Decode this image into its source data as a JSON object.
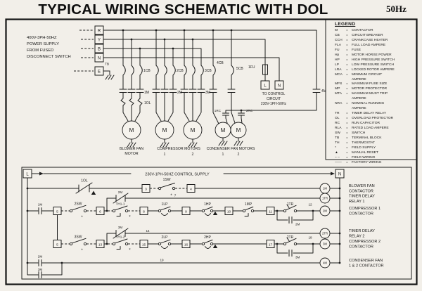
{
  "title": "TYPICAL WIRING SCHEMATIC WITH DOL",
  "frequency": "50Hz",
  "colors": {
    "ink": "#1c1c1c",
    "paper": "#f2efe9"
  },
  "power": {
    "supply_1": "400V-3PH-50HZ",
    "supply_2": "POWER SUPPLY",
    "supply_3": "FROM FUSED",
    "supply_4": "DISCONNECT SWITCH",
    "terminal_r": "R",
    "terminal_y": "Y",
    "terminal_b": "B",
    "terminal_n": "N",
    "terminal_e": "E",
    "terminal_block": "TB",
    "cb1": "1CB",
    "cb2": "2CB",
    "cb3": "3CB",
    "cb4": "4CB",
    "cb5": "5CB",
    "m1": "1M",
    "m2": "2M",
    "m3": "3M",
    "m4": "4M",
    "ol1": "1OL",
    "fu1": "1FU",
    "rc1": "1RC",
    "rc2": "2RC",
    "ctrl_l": "L",
    "ctrl_n": "N",
    "to_control_1": "TO CONTROL",
    "to_control_2": "CIRCUIT",
    "to_control_3": "230V-1PH-50Hz",
    "motor_letter": "M",
    "blower_1": "BLOWER FAN",
    "blower_2": "MOTOR",
    "compressors": "COMPRESSOR MOTORS",
    "condensers": "CONDENSER FAN MOTORS",
    "num1": "1",
    "num2": "2"
  },
  "control": {
    "supply": "230V-1PH-50HZ CONTROL SUPPLY",
    "l": "L",
    "n": "N",
    "star": "*",
    "ol1": "1OL",
    "sw1": "1SW",
    "w3": "3",
    "w4": "4",
    "m1_aux": "1M",
    "w5": "5",
    "sw2": "2SW",
    "w6": "6",
    "th1_1": "TH1-1",
    "w8": "8",
    "lp1": "1LP",
    "w9": "9",
    "hp1": "1HP",
    "w10": "10",
    "mp1": "1MP",
    "w11": "11",
    "tr1_c": "1TR",
    "w12": "12",
    "m2_aux": "2M",
    "m2_nc": "2M",
    "w7": "7",
    "w5b": "5",
    "sw3": "3SW",
    "w13": "13",
    "th1_2": "TH1-2",
    "w15": "15",
    "lp2": "2LP",
    "w16": "16",
    "hp2": "2HP",
    "w17": "17",
    "tr2_c": "2TR",
    "w18": "18",
    "m3_aux": "3M",
    "m3_nc": "3M",
    "w14": "14",
    "m2_run": "2M",
    "m3_run": "3M",
    "w19": "19",
    "coil_m1": "1M",
    "coil_tr1": "1TR",
    "coil_m2": "2M",
    "coil_tr2": "2TR",
    "coil_m3": "3M",
    "coil_m4": "4M",
    "lbl_m1_1": "BLOWER FAN",
    "lbl_m1_2": "CONTACTOR",
    "lbl_tr1_1": "TIMER DELAY",
    "lbl_tr1_2": "RELAY 1",
    "lbl_m2_1": "COMPRESSOR 1",
    "lbl_m2_2": "CONTACTOR",
    "lbl_tr2_1": "TIMER DELAY",
    "lbl_tr2_2": "RELAY 2",
    "lbl_m3_1": "COMPRESSOR 2",
    "lbl_m3_2": "CONTACTOR",
    "lbl_m4_1": "CONDENSER FAN",
    "lbl_m4_2": "1 & 2 CONTACTOR"
  },
  "legend": {
    "title": "LEGEND",
    "eq": "=",
    "items": [
      {
        "abbr": "M",
        "desc": "CONTACTOR"
      },
      {
        "abbr": "CB",
        "desc": "CIRCUIT BREAKER"
      },
      {
        "abbr": "CCH",
        "desc": "CRANKCASE HEATER"
      },
      {
        "abbr": "FLA",
        "desc": "FULL LOAD AMPERE"
      },
      {
        "abbr": "FU",
        "desc": "FUSE"
      },
      {
        "abbr": "Hp",
        "desc": "MOTOR HORSE POWER"
      },
      {
        "abbr": "HP",
        "desc": "HIGH PRESSURE SWITCH"
      },
      {
        "abbr": "LP",
        "desc": "LOW PRESSURE SWITCH"
      },
      {
        "abbr": "LRA",
        "desc": "LOCKED ROTOR AMPERE"
      },
      {
        "abbr": "MCA",
        "desc": "MINIMUM CIRCUIT AMPERE"
      },
      {
        "abbr": "MFS",
        "desc": "MAXIMUM FUSE SIZE"
      },
      {
        "abbr": "MP",
        "desc": "MOTOR PROTECTOR"
      },
      {
        "abbr": "MTA",
        "desc": "MAXIMUM MUST TRIP AMPERE"
      },
      {
        "abbr": "NRA",
        "desc": "NOMINAL RUNNING AMPERE"
      },
      {
        "abbr": "TR",
        "desc": "TIMER DELAY RELAY"
      },
      {
        "abbr": "OL",
        "desc": "OVERLOAD PROTECTOR"
      },
      {
        "abbr": "RC",
        "desc": "RUN CAPACITOR"
      },
      {
        "abbr": "RLA",
        "desc": "RATED LOAD AMPERE"
      },
      {
        "abbr": "SW",
        "desc": "SWITCH"
      },
      {
        "abbr": "TB",
        "desc": "TERMINAL BLOCK"
      },
      {
        "abbr": "TH",
        "desc": "THERMOSTAT"
      },
      {
        "abbr": "*",
        "desc": "FIELD SUPPLY"
      },
      {
        "abbr": "▲",
        "desc": "MANUAL RESET"
      },
      {
        "abbr": "– –",
        "desc": "FIELD WIRING"
      },
      {
        "abbr": "——",
        "desc": "FACTORY WIRING"
      }
    ]
  }
}
